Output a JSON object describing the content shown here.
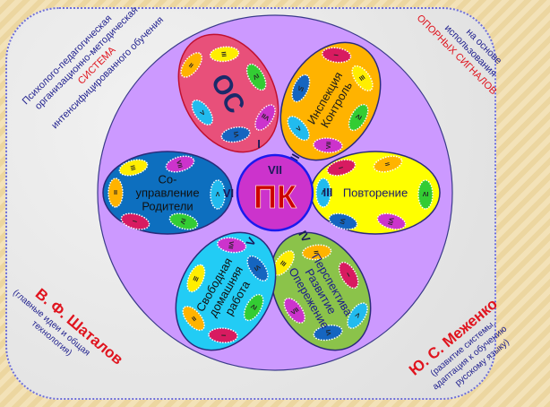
{
  "center": {
    "label": "ПК",
    "numeral": "VII"
  },
  "petals": [
    {
      "numeral": "I",
      "label_lines": [
        "ОС"
      ],
      "color": "#e8507a",
      "stroke": "#c01030",
      "chips": [
        {
          "label": "II",
          "color": "#ffb300"
        },
        {
          "label": "III",
          "color": "#ffee00"
        },
        {
          "label": "IV",
          "color": "#33cc33"
        },
        {
          "label": "VII",
          "color": "#cc33cc"
        },
        {
          "label": "VI",
          "color": "#1565c0"
        },
        {
          "label": "V",
          "color": "#22bbee"
        }
      ]
    },
    {
      "numeral": "II",
      "label_lines": [
        "Инспекция",
        "Контроль"
      ],
      "color": "#ffb300",
      "stroke": "#2a2a7a",
      "chips": [
        {
          "label": "I",
          "color": "#d81b60"
        },
        {
          "label": "III",
          "color": "#ffee00"
        },
        {
          "label": "IV",
          "color": "#33cc33"
        },
        {
          "label": "VII",
          "color": "#cc33cc"
        },
        {
          "label": "V",
          "color": "#22bbee"
        },
        {
          "label": "VI",
          "color": "#1565c0"
        }
      ]
    },
    {
      "numeral": "III",
      "label_lines": [
        "Повторение"
      ],
      "color": "#ffff00",
      "stroke": "#2a2a7a",
      "chips": [
        {
          "label": "I",
          "color": "#d81b60"
        },
        {
          "label": "II",
          "color": "#ffb300"
        },
        {
          "label": "IV",
          "color": "#33cc33"
        },
        {
          "label": "VII",
          "color": "#cc33cc"
        },
        {
          "label": "VI",
          "color": "#1565c0"
        },
        {
          "label": "V",
          "color": "#22bbee"
        }
      ]
    },
    {
      "numeral": "IV",
      "label_lines": [
        "Перспектива",
        "Развитие",
        "Опережение"
      ],
      "color": "#8bc34a",
      "stroke": "#2a2a7a",
      "chips": [
        {
          "label": "III",
          "color": "#ffee00"
        },
        {
          "label": "II",
          "color": "#ffb300"
        },
        {
          "label": "I",
          "color": "#d81b60"
        },
        {
          "label": "V",
          "color": "#22bbee"
        },
        {
          "label": "VI",
          "color": "#1565c0"
        },
        {
          "label": "VII",
          "color": "#cc33cc"
        }
      ]
    },
    {
      "numeral": "V",
      "label_lines": [
        "Свободная",
        "домашняя",
        "работа"
      ],
      "color": "#22ccf5",
      "stroke": "#2a2a7a",
      "chips": [
        {
          "label": "VII",
          "color": "#cc33cc"
        },
        {
          "label": "VI",
          "color": "#1565c0"
        },
        {
          "label": "IV",
          "color": "#33cc33"
        },
        {
          "label": "I",
          "color": "#d81b60"
        },
        {
          "label": "II",
          "color": "#ffb300"
        },
        {
          "label": "III",
          "color": "#ffee00"
        }
      ]
    },
    {
      "numeral": "VI",
      "label_lines": [
        "Со-",
        "управление",
        "Родители"
      ],
      "color": "#0d6fbf",
      "stroke": "#2a2a7a",
      "chips": [
        {
          "label": "III",
          "color": "#ffee00"
        },
        {
          "label": "VII",
          "color": "#cc33cc"
        },
        {
          "label": "V",
          "color": "#22bbee"
        },
        {
          "label": "IV",
          "color": "#33cc33"
        },
        {
          "label": "I",
          "color": "#d81b60"
        },
        {
          "label": "II",
          "color": "#ffb300"
        }
      ]
    }
  ],
  "corners": {
    "top_left": {
      "line1": "Психолого-педагогическая",
      "line2": "организационно-методическая",
      "line3": "СИСТЕМА",
      "line4": "интенсифицированного   обучения"
    },
    "top_right": {
      "line1": "на основе",
      "line2": "использования",
      "line3": "ОПОРНЫХ   СИГНАЛОВ"
    },
    "bottom_left": {
      "author": "В. Ф. Шаталов",
      "note1": "(главные идеи и общая",
      "note2": "технология)"
    },
    "bottom_right": {
      "author": "Ю. С. Меженко",
      "note1": "(развитие системы,",
      "note2": "адаптация к обучению",
      "note3": "русскому языку)"
    }
  },
  "colors": {
    "big_circle": "#cc99ff",
    "center_fill": "#cc33cc",
    "center_stroke": "#1a1aee",
    "center_text": "#cc0000"
  }
}
